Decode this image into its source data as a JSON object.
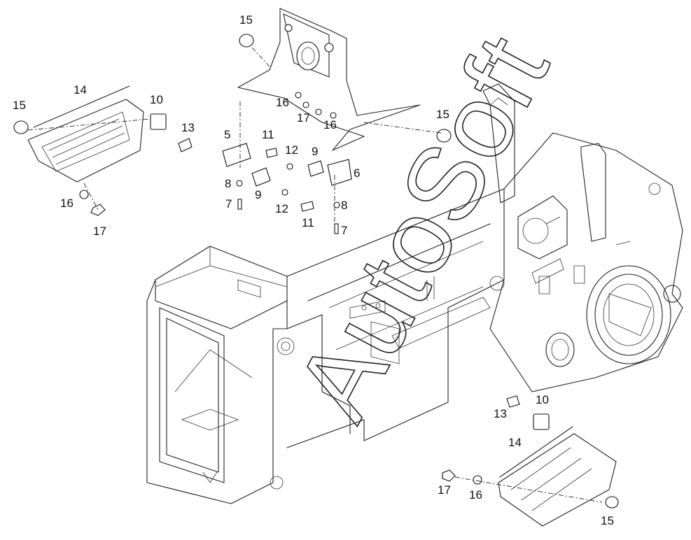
{
  "watermark": {
    "text": "AutoSoft"
  },
  "header_mark": "",
  "callouts": {
    "c15_top": "15",
    "c14_left": "14",
    "c15_left": "15",
    "c10_left": "10",
    "c13_left": "13",
    "c16_left": "16",
    "c17_left": "17",
    "c16_top": "16",
    "c17_top": "17",
    "c16_mid": "16",
    "c15_right": "15",
    "c5": "5",
    "c11_a": "11",
    "c12_a": "12",
    "c9_a": "9",
    "c6": "6",
    "c8_a": "8",
    "c9_b": "9",
    "c7_a": "7",
    "c12_b": "12",
    "c8_b": "8",
    "c11_b": "11",
    "c7_b": "7",
    "c13_right": "13",
    "c10_right": "10",
    "c14_right": "14",
    "c17_right": "17",
    "c16_right": "16",
    "c15_bottom": "15"
  }
}
